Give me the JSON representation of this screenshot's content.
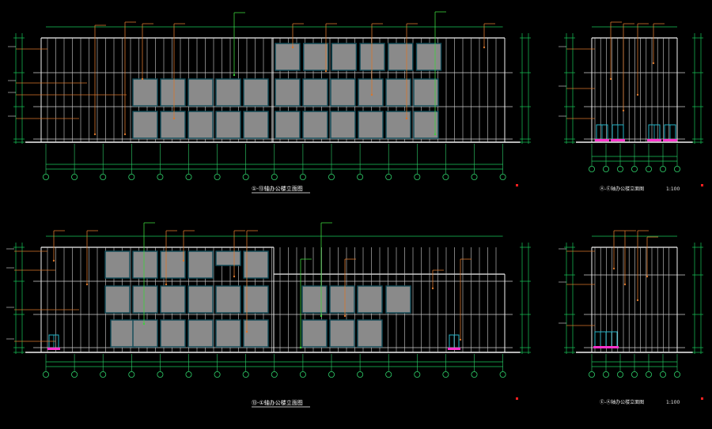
{
  "sheet": {
    "background": "#000000",
    "colors": {
      "wall": "#f2f2f2",
      "floor_line": "#d0d0d0",
      "panel_fill": "#8a8a8a",
      "panel_frame": "#0f4a57",
      "dimension": "#19c85a",
      "grid_axis": "#2fd06a",
      "leader": "#d8762c",
      "leader_accent": "#3cd23c",
      "door": "#ff33cc",
      "door_frame": "#23b4c8",
      "mark": "#ff2020"
    }
  },
  "views": {
    "top_long": {
      "title": "①-⑬轴办公楼立面图"
    },
    "bottom_long": {
      "title": "⑬-①轴办公楼立面图"
    },
    "top_short": {
      "title": "Ⓐ-Ⓔ轴办公楼立面图",
      "scale": "1:100"
    },
    "bottom_short": {
      "title": "Ⓔ-Ⓐ轴办公楼立面图",
      "scale": "1:100"
    }
  }
}
